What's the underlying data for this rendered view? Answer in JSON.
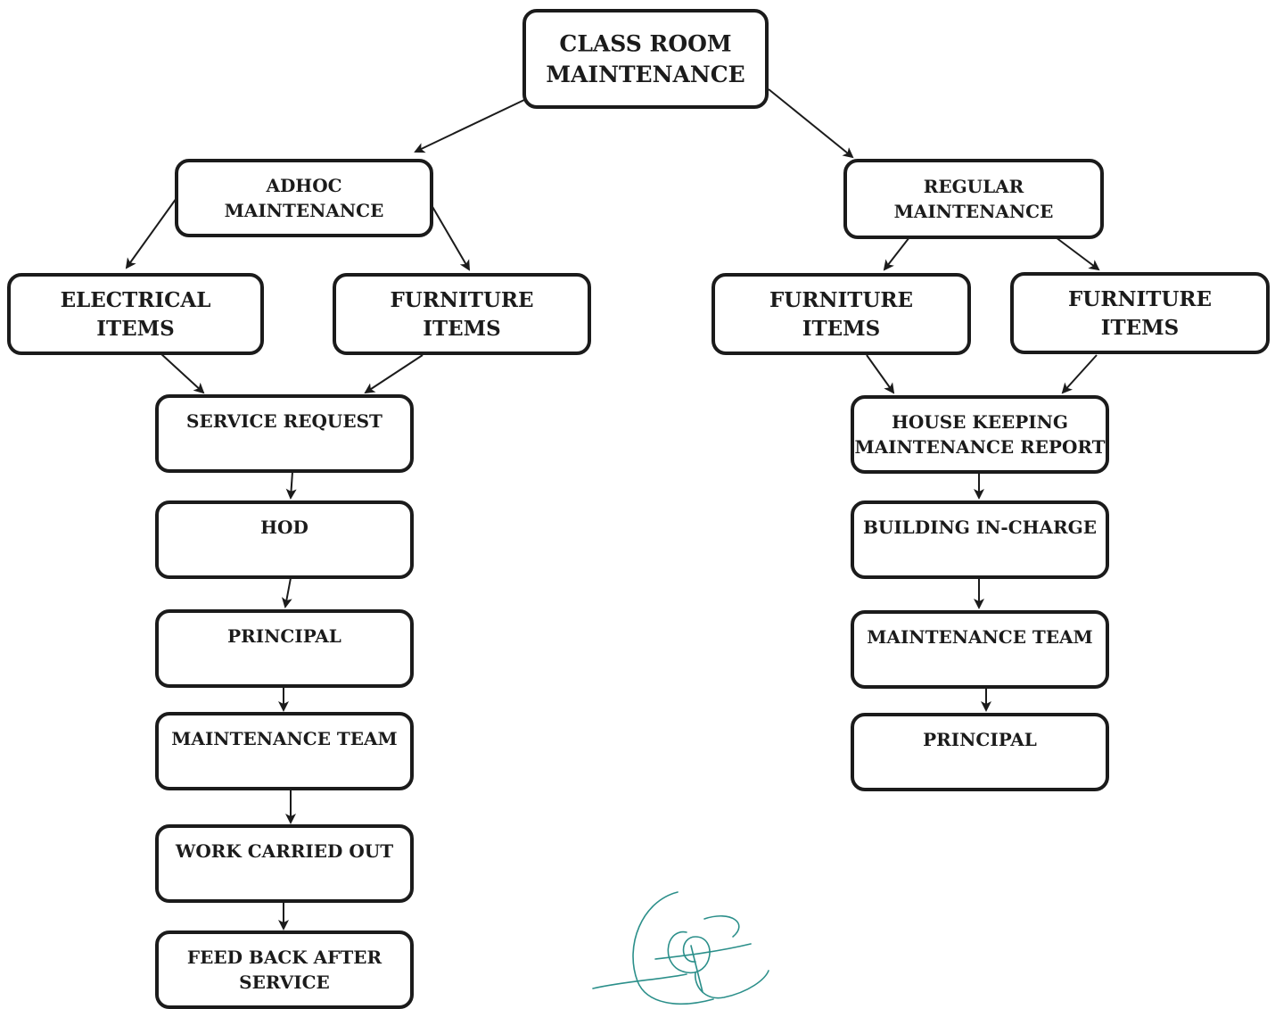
{
  "nodes": {
    "root": [
      "CLASS ROOM",
      "MAINTENANCE"
    ],
    "adhoc": [
      "ADHOC",
      "MAINTENANCE"
    ],
    "regular": [
      "REGULAR",
      "MAINTENANCE"
    ],
    "adhoc_electrical": [
      "ELECTRICAL",
      "ITEMS"
    ],
    "adhoc_furniture": [
      "FURNITURE",
      "ITEMS"
    ],
    "regular_furniture_1": [
      "FURNITURE",
      "ITEMS"
    ],
    "regular_furniture_2": [
      "FURNITURE",
      "ITEMS"
    ],
    "service_request": [
      "SERVICE REQUEST"
    ],
    "hod": [
      "HOD"
    ],
    "principal_left": [
      "PRINCIPAL"
    ],
    "maintenance_team_left": [
      "MAINTENANCE TEAM"
    ],
    "work_carried_out": [
      "WORK CARRIED OUT"
    ],
    "feedback": [
      "FEED BACK AFTER",
      "SERVICE"
    ],
    "housekeeping_report": [
      "HOUSE KEEPING",
      "MAINTENANCE REPORT"
    ],
    "building_incharge": [
      "BUILDING IN-CHARGE"
    ],
    "maintenance_team_right": [
      "MAINTENANCE TEAM"
    ],
    "principal_right": [
      "PRINCIPAL"
    ]
  },
  "edges": [
    [
      "root",
      "adhoc"
    ],
    [
      "root",
      "regular"
    ],
    [
      "adhoc",
      "adhoc_electrical"
    ],
    [
      "adhoc",
      "adhoc_furniture"
    ],
    [
      "regular",
      "regular_furniture_1"
    ],
    [
      "regular",
      "regular_furniture_2"
    ],
    [
      "adhoc_electrical",
      "service_request"
    ],
    [
      "adhoc_furniture",
      "service_request"
    ],
    [
      "service_request",
      "hod"
    ],
    [
      "hod",
      "principal_left"
    ],
    [
      "principal_left",
      "maintenance_team_left"
    ],
    [
      "maintenance_team_left",
      "work_carried_out"
    ],
    [
      "work_carried_out",
      "feedback"
    ],
    [
      "regular_furniture_1",
      "housekeeping_report"
    ],
    [
      "regular_furniture_2",
      "housekeeping_report"
    ],
    [
      "housekeeping_report",
      "building_incharge"
    ],
    [
      "building_incharge",
      "maintenance_team_right"
    ],
    [
      "maintenance_team_right",
      "principal_right"
    ]
  ],
  "colors": {
    "stroke": "#1b1b1b",
    "signature": "#2b8f8a"
  }
}
